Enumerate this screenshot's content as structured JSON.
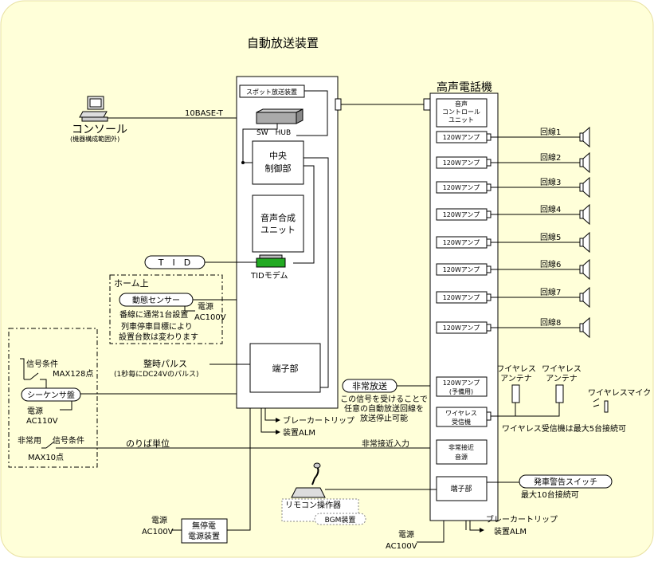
{
  "title": "自動放送装置",
  "console": {
    "label": "コンソール",
    "note": "(機器構成範囲外)"
  },
  "link_label": "10BASE-T",
  "auto": {
    "spot": "スポット放送装置",
    "hub": "SW　HUB",
    "central": [
      "中央",
      "制御部"
    ],
    "voice": [
      "音声合成",
      "ユニット"
    ],
    "terminal": "端子部",
    "tid": "T　I　D",
    "tid_modem": "TIDモデム",
    "pulse": [
      "整時パルス",
      "(1秒毎にDC24Vのパルス)"
    ],
    "breaker": "ブレーカートリップ",
    "alm": "装置ALM"
  },
  "home": {
    "title": "ホーム上",
    "sensor": "動態センサー",
    "power": [
      "電源",
      "AC100V"
    ],
    "note": [
      "番線に通常1台設置",
      "列車停車目標により",
      "設置台数は変わります"
    ]
  },
  "sequencer": {
    "signal": "信号条件",
    "max128": "MAX128点",
    "label": "シーケンサ盤",
    "power": [
      "電源",
      "AC110V"
    ],
    "emergency": "非常用",
    "signal2": "信号条件",
    "max10": "MAX10点"
  },
  "noriba": "のりば単位",
  "approach_input": "非常接近入力",
  "speaker_sys": {
    "title": "高声電話機",
    "control": [
      "音声",
      "コントロール",
      "ユニット"
    ],
    "amp": "120Wアンプ",
    "spare_amp": [
      "120Wアンプ",
      "(予備用)"
    ],
    "wireless_rx": [
      "ワイヤレス",
      "受信機"
    ],
    "approach": [
      "非常接近",
      "音源"
    ],
    "terminal": "端子部"
  },
  "lines": [
    "回線1",
    "回線2",
    "回線3",
    "回線4",
    "回線5",
    "回線6",
    "回線7",
    "回線8"
  ],
  "emergency_broadcast": {
    "label": "非常放送",
    "note": [
      "この信号を受けることで",
      "任意の自動放送回線を",
      "放送停止可能"
    ]
  },
  "antennas": [
    [
      "ワイヤレス",
      "アンテナ"
    ],
    [
      "ワイヤレス",
      "アンテナ"
    ]
  ],
  "wireless_mic": "ワイヤレスマイク",
  "receiver_note": "ワイヤレス受信機は最大5台接続可",
  "train_switch": {
    "label": "発車警告スイッチ",
    "note": "最大10台接続可"
  },
  "remote": {
    "label": "リモコン操作器",
    "bgm": "BGM装置"
  },
  "ups": {
    "power": [
      "電源",
      "AC100V"
    ],
    "label": [
      "無停電",
      "電源装置"
    ]
  },
  "bottom_power": [
    "電源",
    "AC100V"
  ],
  "colors": {
    "background": "#ffffd9",
    "tid_modem": "#22aa22"
  }
}
